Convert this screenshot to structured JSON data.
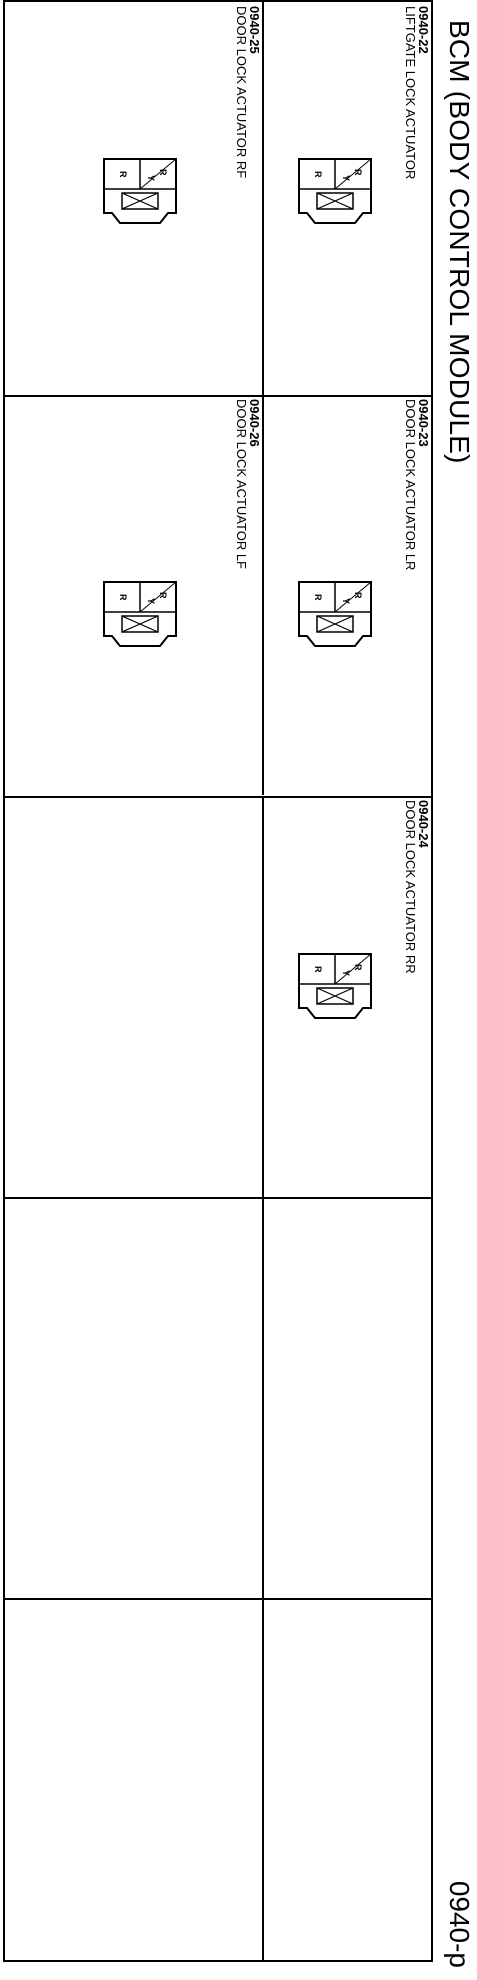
{
  "header": {
    "title": "BCM (BODY CONTROL MODULE)",
    "page_code": "0940-p"
  },
  "connectors": [
    {
      "code": "0940-22",
      "name": "LIFTGATE LOCK ACTUATOR",
      "pins": [
        "R",
        "Y",
        "R"
      ]
    },
    {
      "code": "0940-23",
      "name": "DOOR LOCK ACTUATOR LR",
      "pins": [
        "R",
        "Y",
        "R"
      ]
    },
    {
      "code": "0940-24",
      "name": "DOOR LOCK ACTUATOR RR",
      "pins": [
        "R",
        "Y",
        "R"
      ]
    },
    {
      "code": "0940-25",
      "name": "DOOR LOCK ACTUATOR RF",
      "pins": [
        "R",
        "Y",
        "R"
      ]
    },
    {
      "code": "0940-26",
      "name": "DOOR LOCK ACTUATOR LF",
      "pins": [
        "R",
        "Y",
        "R"
      ]
    }
  ]
}
